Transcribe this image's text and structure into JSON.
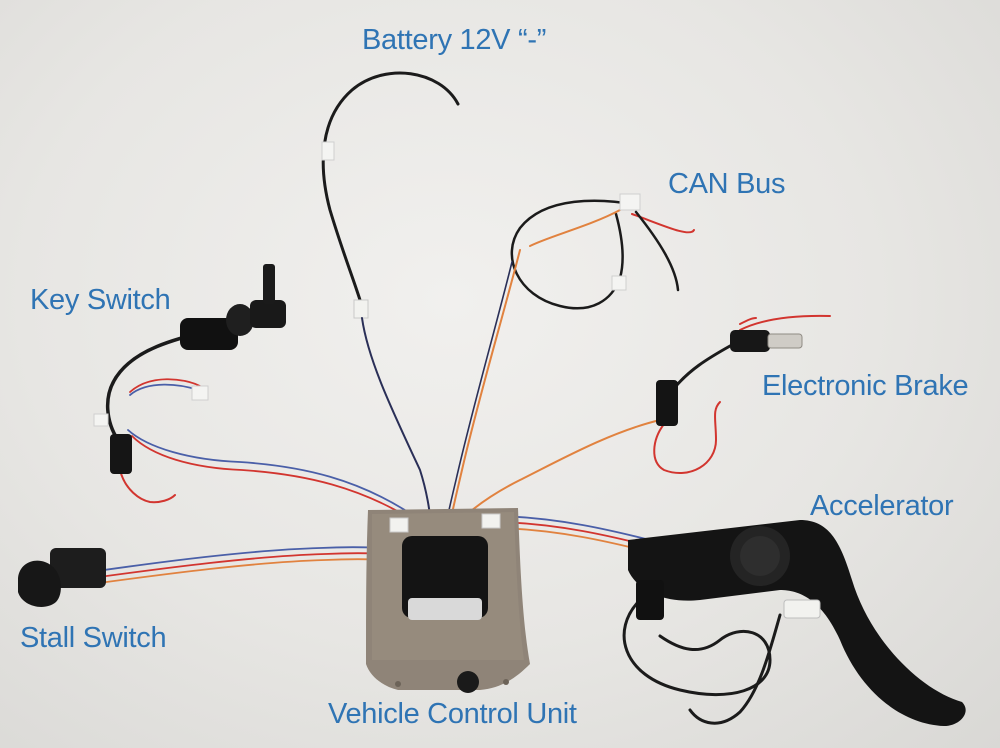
{
  "labels": {
    "battery": "Battery 12V “-”",
    "can_bus": "CAN Bus",
    "key_switch": "Key Switch",
    "electronic_brake": "Electronic Brake",
    "accelerator": "Accelerator",
    "stall_switch": "Stall Switch",
    "vehicle_control_unit": "Vehicle Control Unit"
  },
  "colors": {
    "label_text": "#2f74b4",
    "background": "#e7e6e3",
    "wire_black": "#1b1b1b",
    "wire_red": "#d2352f",
    "wire_orange": "#e1823f",
    "wire_blue": "#4a5fa8",
    "plate_metal": "#8f8478"
  }
}
